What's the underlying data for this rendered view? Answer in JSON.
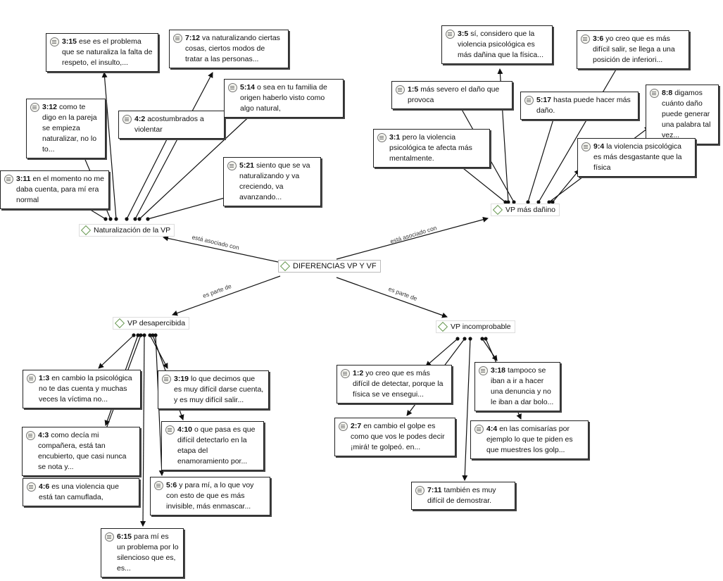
{
  "central": {
    "label": "DIFERENCIAS VP Y VF"
  },
  "codes": {
    "naturalizacion": "Naturalización de la VP",
    "mas_danino": "VP más dañino",
    "desapercibida": "VP desapercibida",
    "incomprobable": "VP incomprobable"
  },
  "relations": {
    "asociado": "está asociado con",
    "parte": "es parte de"
  },
  "quotes": {
    "q3_15": {
      "id": "3:15",
      "text": "ese es el problema que se naturaliza la falta de respeto, el insulto,..."
    },
    "q7_12": {
      "id": "7:12",
      "text": "va naturalizando ciertas cosas, ciertos modos de tratar a las personas..."
    },
    "q3_12": {
      "id": "3:12",
      "text": "como te digo en la pareja se empieza naturalizar, no lo to..."
    },
    "q4_2": {
      "id": "4:2",
      "text": "acostumbrados a violentar"
    },
    "q5_14": {
      "id": "5:14",
      "text": "o sea en tu familia de origen haberlo visto como algo natural,"
    },
    "q3_11": {
      "id": "3:11",
      "text": "en el momento no me daba cuenta, para mí era normal"
    },
    "q5_21": {
      "id": "5:21",
      "text": "siento que se va naturalizando y va creciendo, va avanzando..."
    },
    "q3_5": {
      "id": "3:5",
      "text": "sí, considero que la violencia psicológica es más dañina que la física..."
    },
    "q3_6": {
      "id": "3:6",
      "text": "yo creo que es más difícil salir, se llega a una posición de inferiori..."
    },
    "q1_5": {
      "id": "1:5",
      "text": "más severo el daño que provoca"
    },
    "q5_17": {
      "id": "5:17",
      "text": "hasta puede hacer más daño."
    },
    "q8_8": {
      "id": "8:8",
      "text": "digamos cuánto daño puede generar una palabra tal vez..."
    },
    "q3_1": {
      "id": "3:1",
      "text": "pero la violencia psicológica te afecta más mentalmente."
    },
    "q9_4": {
      "id": "9:4",
      "text": "la violencia psicológica es más desgastante que la física"
    },
    "q1_3": {
      "id": "1:3",
      "text": "en cambio la psicológica no te das cuenta y muchas veces la víctima no..."
    },
    "q3_19": {
      "id": "3:19",
      "text": "lo que decimos que es muy difícil darse cuenta, y es muy difícil salir..."
    },
    "q4_3": {
      "id": "4:3",
      "text": "como decía mi compañera, está tan encubierto, que casi nunca se nota y..."
    },
    "q4_10": {
      "id": "4:10",
      "text": "o que pasa es que difícil detectarlo en la etapa del enamoramiento por..."
    },
    "q4_6": {
      "id": "4:6",
      "text": "es una violencia que está tan camuflada,"
    },
    "q5_6": {
      "id": "5:6",
      "text": "y para mí, a lo que voy con esto de que es más invisible, más enmascar..."
    },
    "q6_15": {
      "id": "6:15",
      "text": "para mí es un problema por lo silencioso que es, es..."
    },
    "q1_2": {
      "id": "1:2",
      "text": "yo creo que es más difícil de detectar, porque la física se ve ensegui..."
    },
    "q3_18": {
      "id": "3:18",
      "text": "tampoco se iban a ir a hacer una denuncia y no le iban a dar bolo..."
    },
    "q2_7": {
      "id": "2:7",
      "text": "en cambio el golpe es como que vos le podes decir ¡mirá! te golpeó. en..."
    },
    "q4_4": {
      "id": "4:4",
      "text": "en las comisarías por ejemplo lo que te piden es que muestres los golp..."
    },
    "q7_11": {
      "id": "7:11",
      "text": "también es muy difícil de demostrar."
    }
  }
}
